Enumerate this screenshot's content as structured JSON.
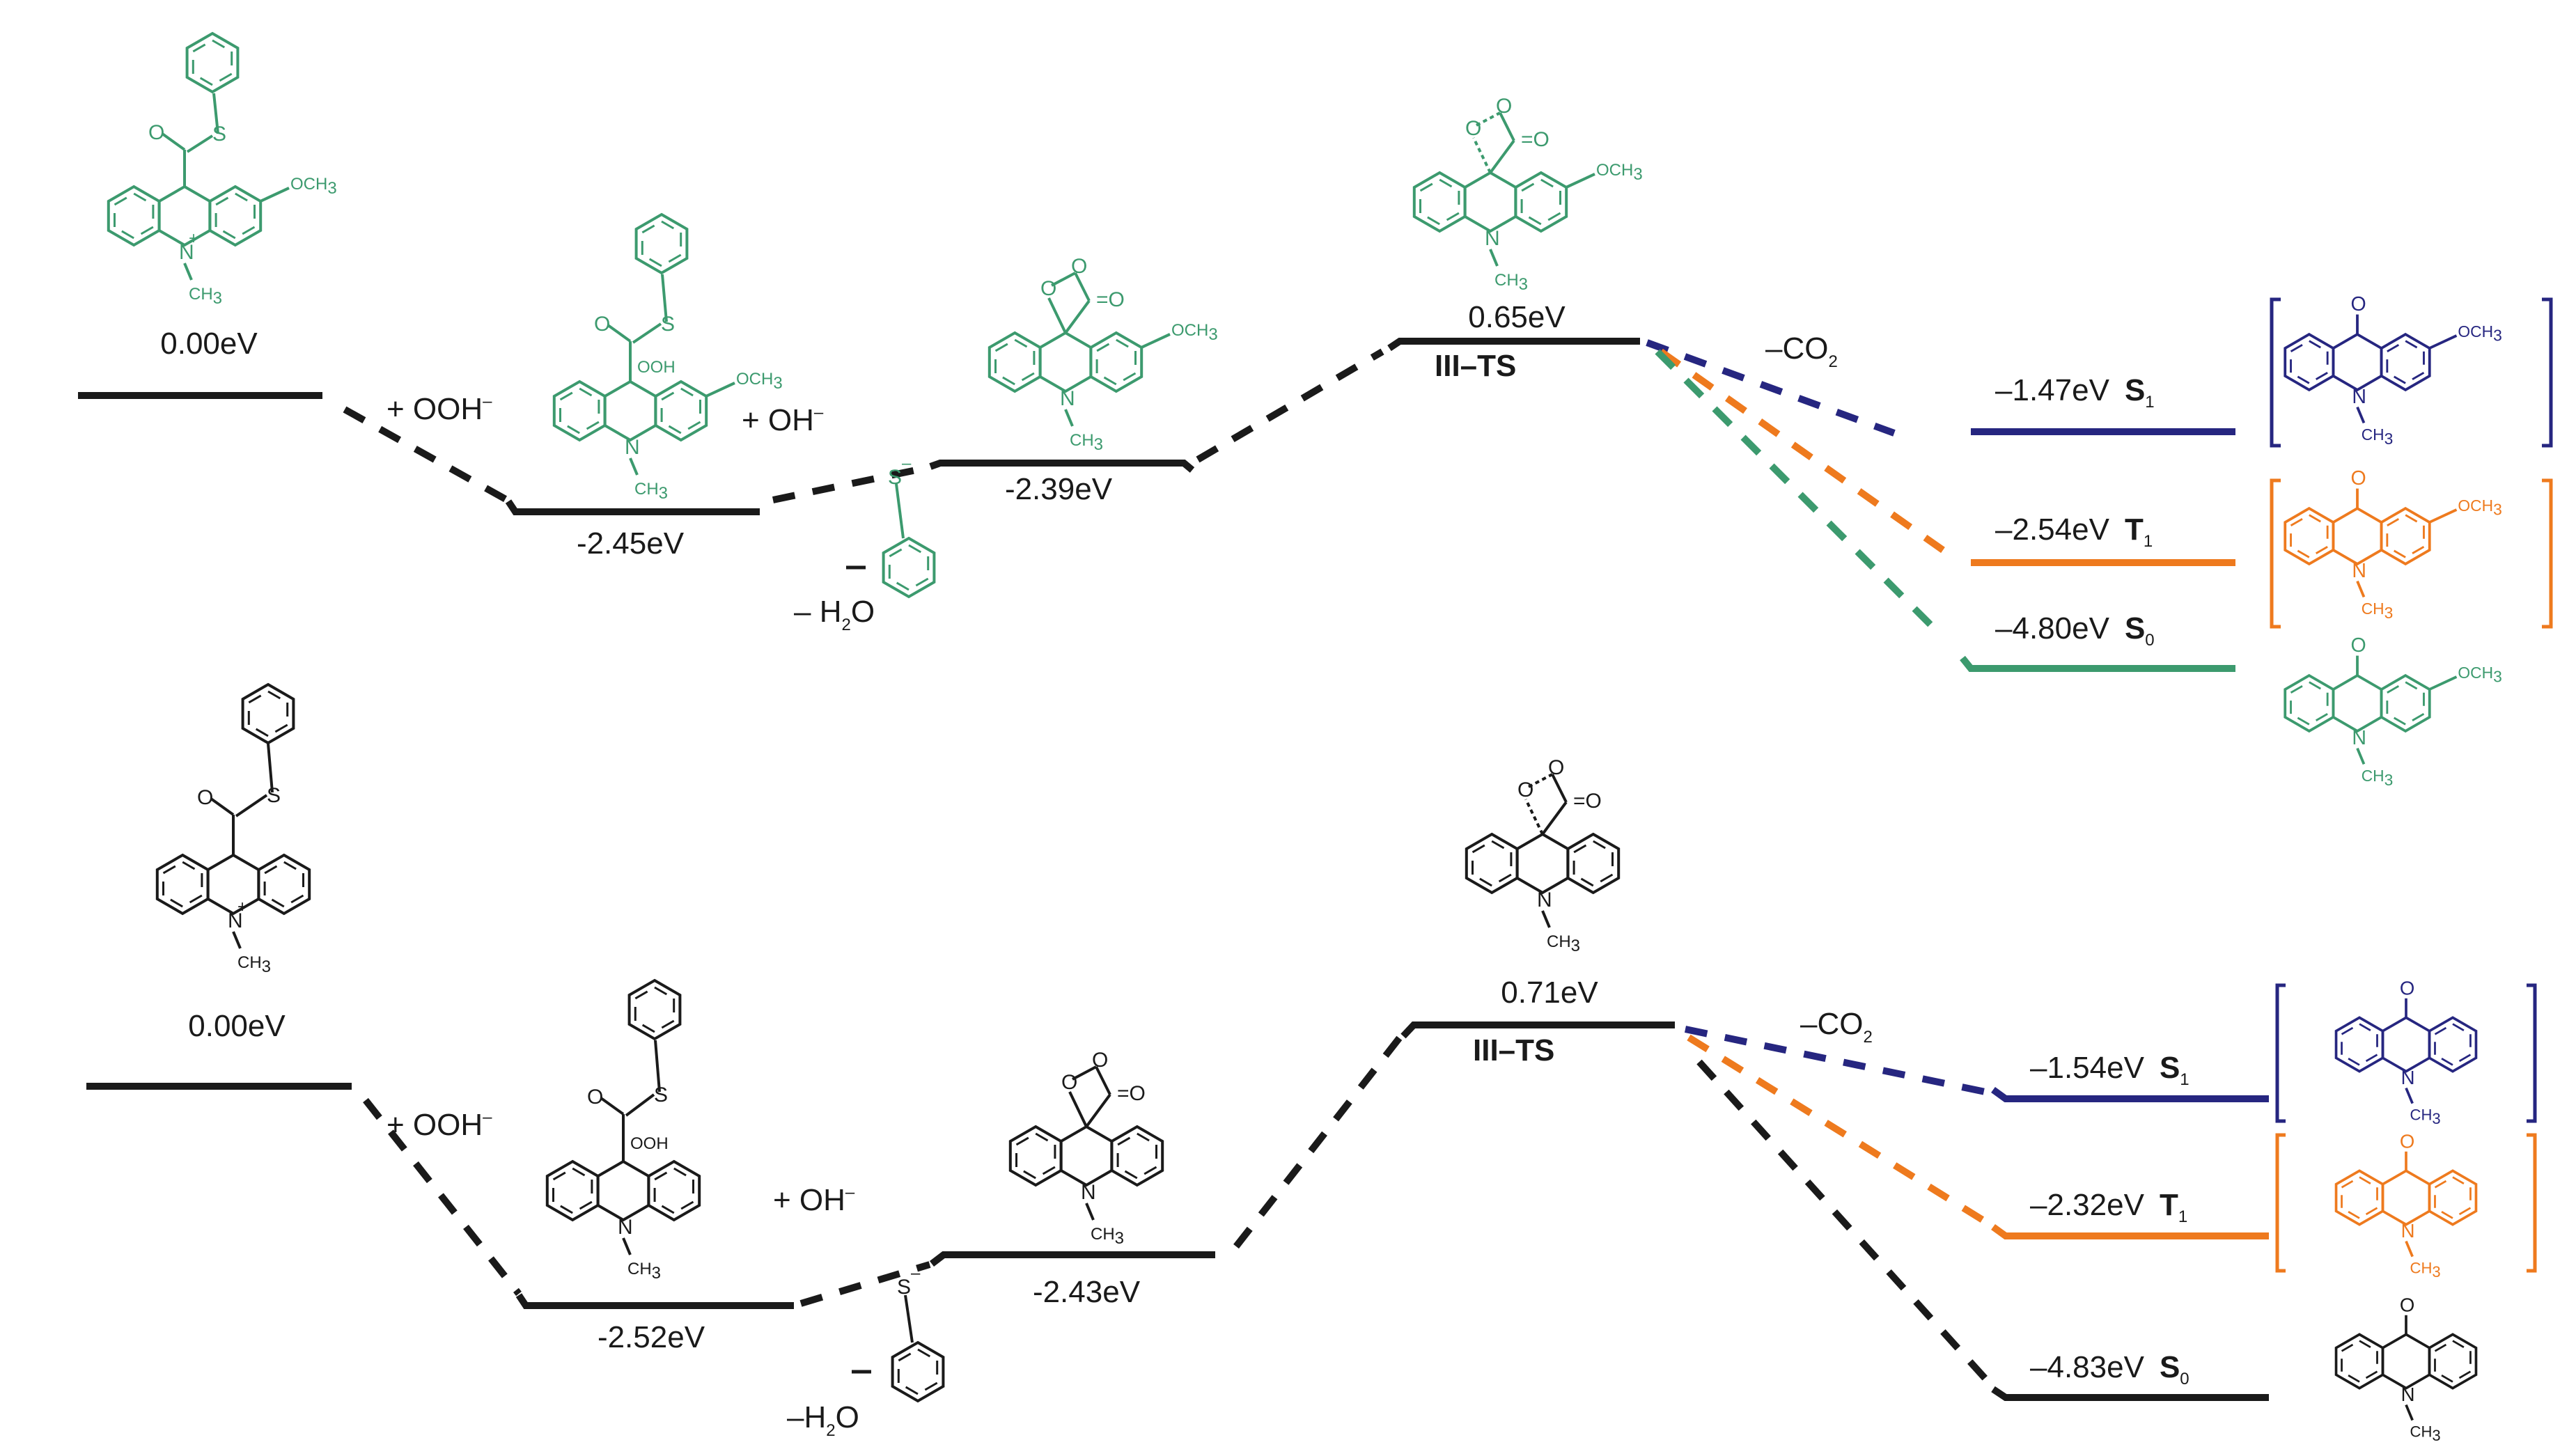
{
  "colors": {
    "black": "#1a1a1a",
    "green": "#3c9a6e",
    "navy": "#262680",
    "orange": "#ee7a1e"
  },
  "top": {
    "reactant_energy": "0.00eV",
    "plus_ooh": "+ OOH",
    "int1_energy": "-2.45eV",
    "plus_oh": "+ OH",
    "minus_h2o": "– H",
    "int2_energy": "-2.39eV",
    "ts_energy": "0.65eV",
    "ts_label": "III–TS",
    "minus_co2": "–CO",
    "s1_energy": "–1.47eV",
    "s1_state": "S",
    "t1_energy": "–2.54eV",
    "t1_state": "T",
    "s0_energy": "–4.80eV",
    "s0_state": "S"
  },
  "bottom": {
    "reactant_energy": "0.00eV",
    "plus_ooh": "+ OOH",
    "int1_energy": "-2.52eV",
    "plus_oh": "+ OH",
    "minus_h2o": "–H",
    "int2_energy": "-2.43eV",
    "ts_energy": "0.71eV",
    "ts_label": "III–TS",
    "minus_co2": "–CO",
    "s1_energy": "–1.54eV",
    "s1_state": "S",
    "t1_energy": "–2.32eV",
    "t1_state": "T",
    "s0_energy": "–4.83eV",
    "s0_state": "S"
  },
  "atoms": {
    "S": "S",
    "S_minus": "S",
    "N": "N",
    "O": "O",
    "OOH": "OOH",
    "OCH3": "OCH",
    "CH3": "CH",
    "sub_3": "3",
    "sub_2": "2",
    "sub_1": "1",
    "sub_0": "0",
    "minus": "–",
    "plus": "+",
    "eq_O": "=O"
  }
}
